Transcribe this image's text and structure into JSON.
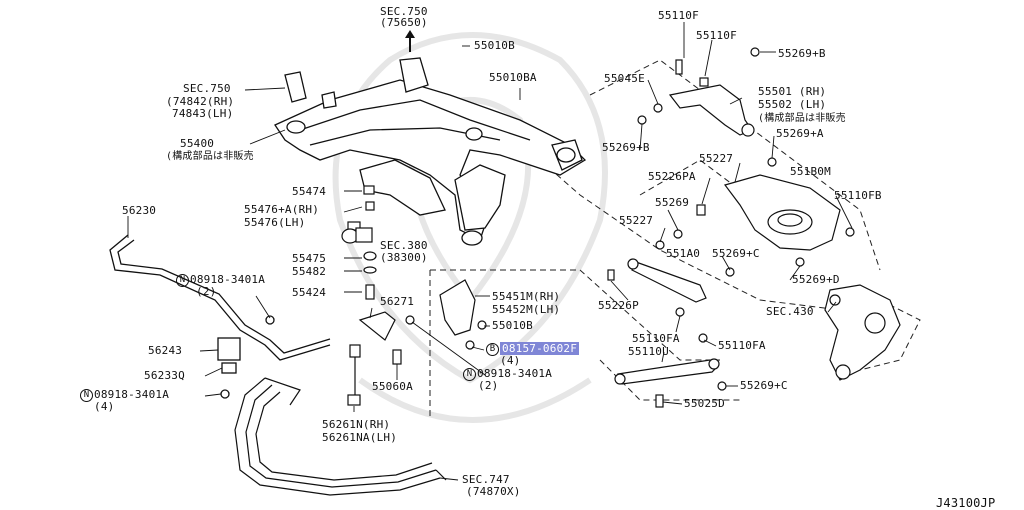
{
  "diagram": {
    "code": "J43100JP",
    "labels": {
      "sec750_top": "SEC.750",
      "sec750_top_sub": "(75650)",
      "p55010B_top": "55010B",
      "p55010BA": "55010BA",
      "sec750_left": "SEC.750",
      "p74842": "(74842(RH)",
      "p74843": "74843(LH)",
      "p55400": "55400",
      "note1": "(構成部品は非販売",
      "p55474": "55474",
      "p55476A": "55476+A(RH)",
      "p55476": "55476(LH)",
      "sec380": "SEC.380",
      "sec380_sub": "(38300)",
      "p55475": "55475",
      "p55482": "55482",
      "p55424": "55424",
      "p56230": "56230",
      "p08918_a": "08918-3401A",
      "p08918_a_qty": "(2)",
      "p56271": "56271",
      "p55451M": "55451M(RH)",
      "p55452M": "55452M(LH)",
      "p55010B_mid": "55010B",
      "p08157": "08157-0602F",
      "p08157_qty": "(4)",
      "p08918_b": "08918-3401A",
      "p08918_b_qty": "(2)",
      "p56243": "56243",
      "p56233Q": "56233Q",
      "p08918_c": "08918-3401A",
      "p08918_c_qty": "(4)",
      "p55060A": "55060A",
      "p56261N": "56261N(RH)",
      "p56261NA": "56261NA(LH)",
      "sec747": "SEC.747",
      "sec747_sub": "(74870X)",
      "p55110F_a": "55110F",
      "p55110F_b": "55110F",
      "p55269B_a": "55269+B",
      "p55045E": "55045E",
      "p55501": "55501 (RH)",
      "p55502": "55502 (LH)",
      "note2": "(構成部品は非販売",
      "p55269A": "55269+A",
      "p55269B_b": "55269+B",
      "p55227_a": "55227",
      "p551B0M": "551B0M",
      "p55226PA": "55226PA",
      "p55110FB": "55110FB",
      "p55269_mid": "55269",
      "p55227_b": "55227",
      "p551A0": "551A0",
      "p55269C_a": "55269+C",
      "p55269D": "55269+D",
      "p55226P": "55226P",
      "sec430": "SEC.430",
      "p55110FA_a": "55110FA",
      "p55110U": "55110U",
      "p55110FA_b": "55110FA",
      "p55269C_b": "55269+C",
      "p55025D": "55025D",
      "n_mark": "N",
      "b_mark": "B"
    }
  }
}
